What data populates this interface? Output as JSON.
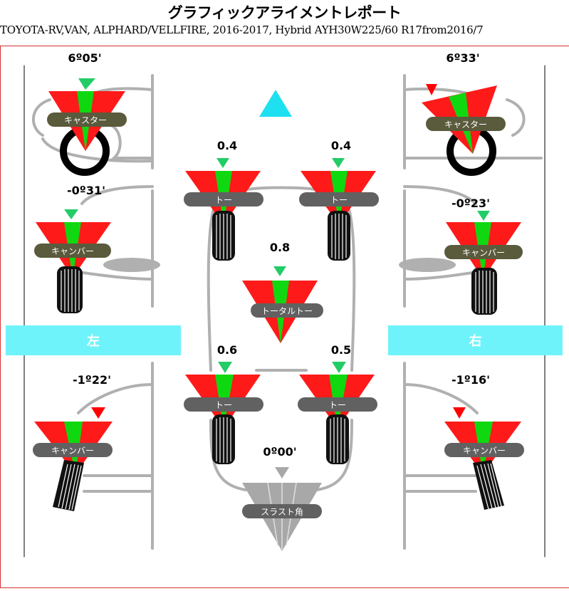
{
  "header": {
    "title": "グラフィックアライメントレポート",
    "subtitle": "TOYOTA-RV,VAN, ALPHARD/VELLFIRE, 2016-2017, Hybrid AYH30W225/60 R17from2016/7"
  },
  "labels": {
    "caster": "キャスター",
    "camber": "キャンバー",
    "toe": "トー",
    "total_toe": "トータルトー",
    "thrust_angle": "スラスト角",
    "left": "左",
    "right": "右"
  },
  "values": {
    "front_left_caster": "6º05'",
    "front_right_caster": "6º33'",
    "front_left_camber": "-0º31'",
    "front_right_camber": "-0º23'",
    "front_left_toe": "0.4",
    "front_right_toe": "0.4",
    "total_toe": "0.8",
    "rear_left_toe": "0.6",
    "rear_right_toe": "0.5",
    "rear_left_camber": "-1º22'",
    "rear_right_camber": "-1º16'",
    "thrust_angle": "0º00'"
  },
  "colors": {
    "in_spec": "#10d810",
    "out_of_spec": "#ff1a1a",
    "pointer_ok": "#22cc66",
    "pointer_bad": "#ff0000",
    "label_pill_dark": "#616161",
    "label_pill_olive": "#5a5a3c",
    "side_band": "#6ff3fb",
    "direction_arrow": "#1fe0f0",
    "thrust_gauge": "#a8a8a8"
  }
}
